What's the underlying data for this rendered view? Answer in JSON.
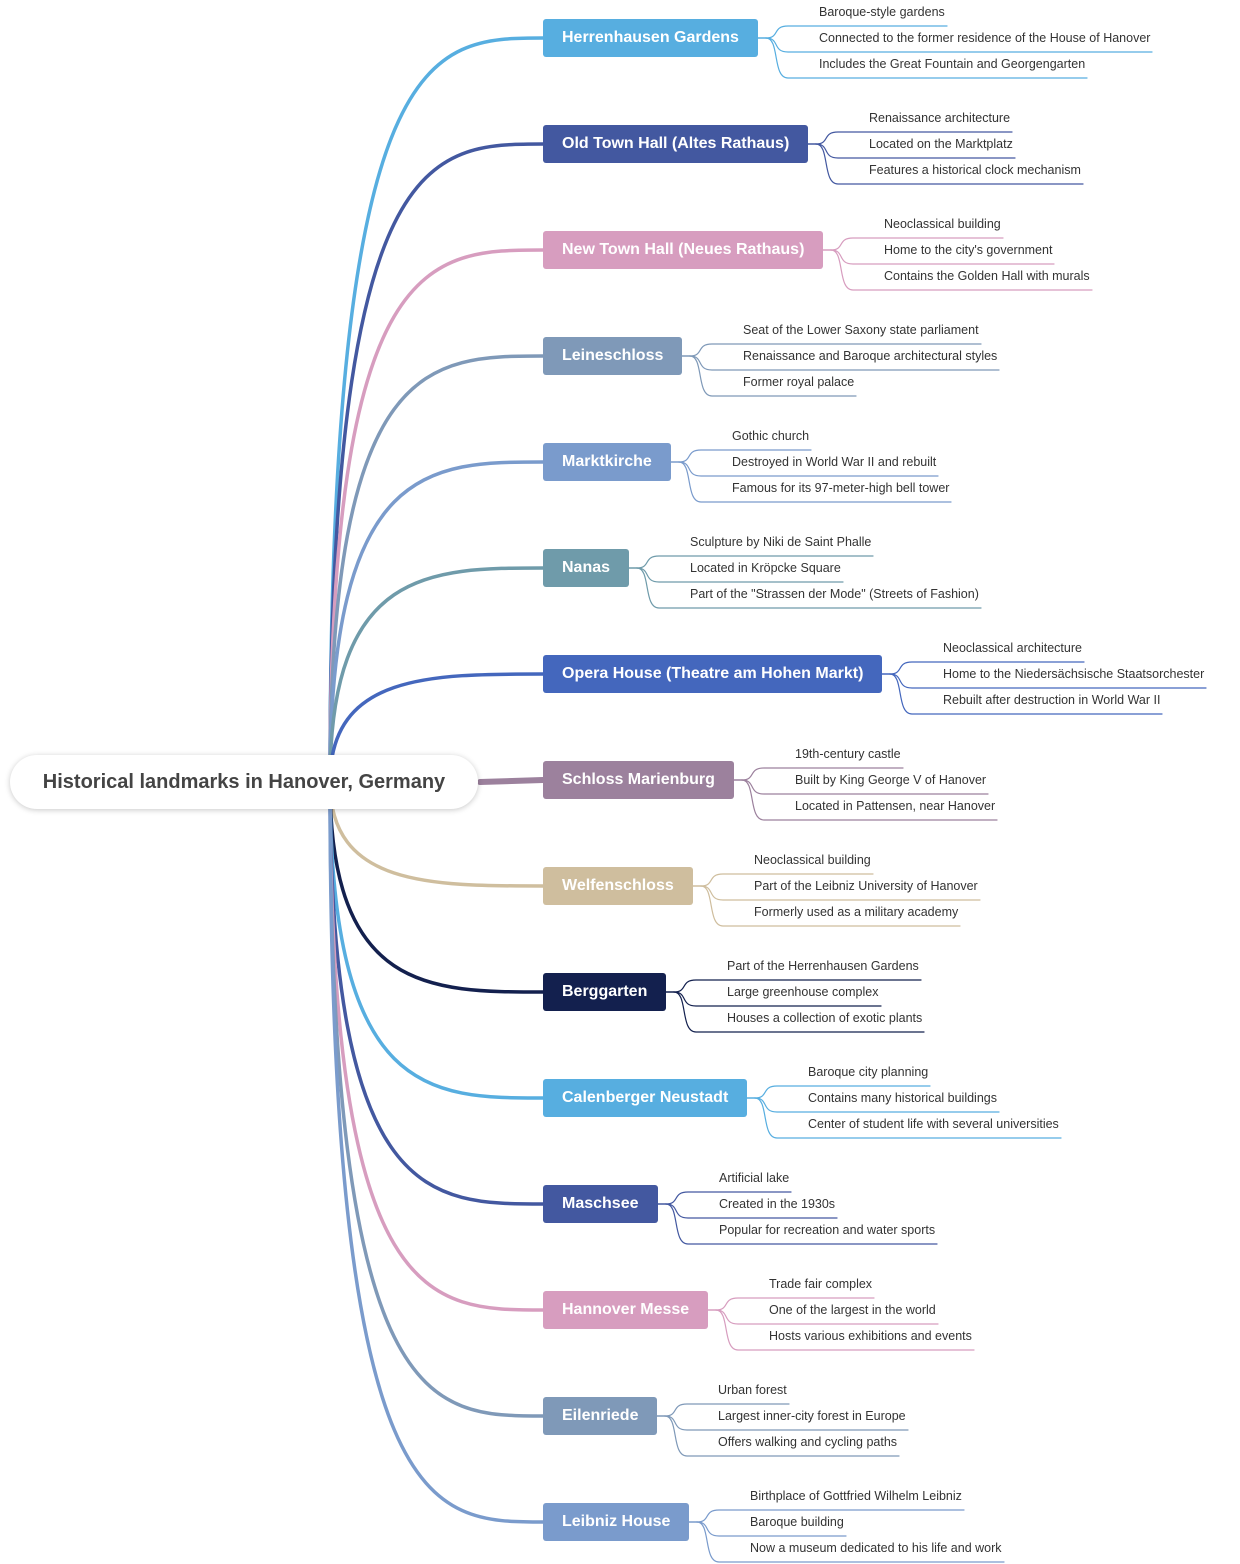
{
  "root": {
    "label": "Historical landmarks in Hanover, Germany"
  },
  "branches": [
    {
      "label": "Herrenhausen Gardens",
      "color": "#57aee0",
      "children": [
        "Baroque-style gardens",
        "Connected to the former residence of the House of Hanover",
        "Includes the Great Fountain and Georgengarten"
      ]
    },
    {
      "label": "Old Town Hall (Altes Rathaus)",
      "color": "#4358a0",
      "children": [
        "Renaissance architecture",
        "Located on the Marktplatz",
        "Features a historical clock mechanism"
      ]
    },
    {
      "label": "New Town Hall (Neues Rathaus)",
      "color": "#d79dbf",
      "children": [
        "Neoclassical building",
        "Home to the city's government",
        "Contains the Golden Hall with murals"
      ]
    },
    {
      "label": "Leineschloss",
      "color": "#7f99b8",
      "children": [
        "Seat of the Lower Saxony state parliament",
        "Renaissance and Baroque architectural styles",
        "Former royal palace"
      ]
    },
    {
      "label": "Marktkirche",
      "color": "#7a9bcc",
      "children": [
        "Gothic church",
        "Destroyed in World War II and rebuilt",
        "Famous for its 97-meter-high bell tower"
      ]
    },
    {
      "label": "Nanas",
      "color": "#6f9baa",
      "children": [
        "Sculpture by Niki de Saint Phalle",
        "Located in Kröpcke Square",
        "Part of the \"Strassen der Mode\" (Streets of Fashion)"
      ]
    },
    {
      "label": "Opera House (Theatre am Hohen Markt)",
      "color": "#4467bd",
      "children": [
        "Neoclassical architecture",
        "Home to the Niedersächsische Staatsorchester",
        "Rebuilt after destruction in World War II"
      ]
    },
    {
      "label": "Schloss Marienburg",
      "color": "#9c819d",
      "children": [
        "19th-century castle",
        "Built by King George V of Hanover",
        "Located in Pattensen, near Hanover"
      ]
    },
    {
      "label": "Welfenschloss",
      "color": "#cfbe9e",
      "children": [
        "Neoclassical building",
        "Part of the Leibniz University of Hanover",
        "Formerly used as a military academy"
      ]
    },
    {
      "label": "Berggarten",
      "color": "#13204e",
      "children": [
        "Part of the Herrenhausen Gardens",
        "Large greenhouse complex",
        "Houses a collection of exotic plants"
      ]
    },
    {
      "label": "Calenberger Neustadt",
      "color": "#57aee0",
      "children": [
        "Baroque city planning",
        "Contains many historical buildings",
        "Center of student life with several universities"
      ]
    },
    {
      "label": "Maschsee",
      "color": "#4358a0",
      "children": [
        "Artificial lake",
        "Created in the 1930s",
        "Popular for recreation and water sports"
      ]
    },
    {
      "label": "Hannover Messe",
      "color": "#d79dbf",
      "children": [
        "Trade fair complex",
        "One of the largest in the world",
        "Hosts various exhibitions and events"
      ]
    },
    {
      "label": "Eilenriede",
      "color": "#7f99b8",
      "children": [
        "Urban forest",
        "Largest inner-city forest in Europe",
        "Offers walking and cycling paths"
      ]
    },
    {
      "label": "Leibniz House",
      "color": "#7a9bcc",
      "children": [
        "Birthplace of Gottfried Wilhelm Leibniz",
        "Baroque building",
        "Now a museum dedicated to his life and work"
      ]
    }
  ]
}
